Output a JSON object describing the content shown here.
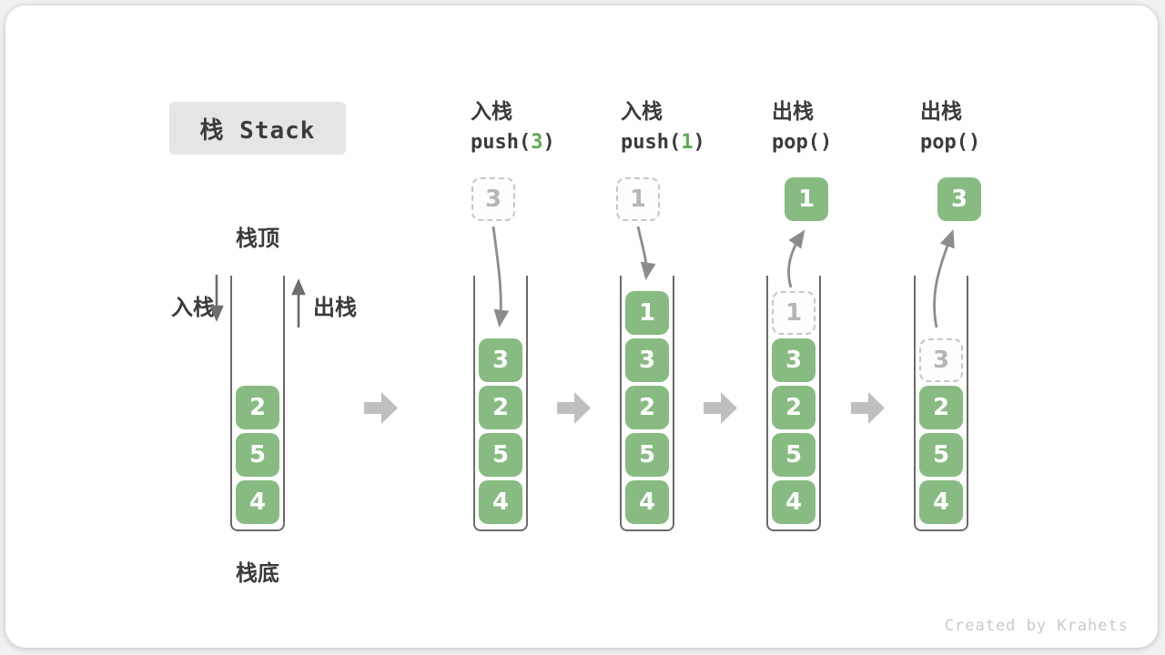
{
  "title": "栈 Stack",
  "labels": {
    "stack_top": "栈顶",
    "stack_bottom": "栈底",
    "push": "入栈",
    "pop": "出栈"
  },
  "operations": [
    {
      "name": "入栈",
      "code_pre": "push(",
      "code_arg": "3",
      "code_post": ")",
      "float": {
        "value": "3",
        "kind": "dashed"
      }
    },
    {
      "name": "入栈",
      "code_pre": "push(",
      "code_arg": "1",
      "code_post": ")",
      "float": {
        "value": "1",
        "kind": "dashed"
      }
    },
    {
      "name": "出栈",
      "code_pre": "pop()",
      "code_arg": "",
      "code_post": "",
      "float": {
        "value": "1",
        "kind": "solid"
      }
    },
    {
      "name": "出栈",
      "code_pre": "pop()",
      "code_arg": "",
      "code_post": "",
      "float": {
        "value": "3",
        "kind": "solid"
      }
    }
  ],
  "stacks": [
    {
      "slots": [
        null,
        null,
        {
          "v": "2",
          "kind": "solid"
        },
        {
          "v": "5",
          "kind": "solid"
        },
        {
          "v": "4",
          "kind": "solid"
        }
      ]
    },
    {
      "slots": [
        null,
        {
          "v": "3",
          "kind": "solid"
        },
        {
          "v": "2",
          "kind": "solid"
        },
        {
          "v": "5",
          "kind": "solid"
        },
        {
          "v": "4",
          "kind": "solid"
        }
      ]
    },
    {
      "slots": [
        {
          "v": "1",
          "kind": "solid"
        },
        {
          "v": "3",
          "kind": "solid"
        },
        {
          "v": "2",
          "kind": "solid"
        },
        {
          "v": "5",
          "kind": "solid"
        },
        {
          "v": "4",
          "kind": "solid"
        }
      ]
    },
    {
      "slots": [
        {
          "v": "1",
          "kind": "dashed"
        },
        {
          "v": "3",
          "kind": "solid"
        },
        {
          "v": "2",
          "kind": "solid"
        },
        {
          "v": "5",
          "kind": "solid"
        },
        {
          "v": "4",
          "kind": "solid"
        }
      ]
    },
    {
      "slots": [
        null,
        {
          "v": "3",
          "kind": "dashed"
        },
        {
          "v": "2",
          "kind": "solid"
        },
        {
          "v": "5",
          "kind": "solid"
        },
        {
          "v": "4",
          "kind": "solid"
        }
      ]
    }
  ],
  "credit": "Created by Krahets",
  "colors": {
    "block_green": "#87bb81",
    "code_arg_green": "#5fa954",
    "title_bg": "#e5e5e5",
    "text_dark": "#3b3b3b",
    "dashed_border": "#c6c6c6",
    "dashed_text": "#b6b6b6",
    "arrow_gray": "#8c8c8c",
    "legend_arrow_gray": "#6e6e6e",
    "step_arrow_gray": "#bfbfbf",
    "credit_gray": "#c9c9c9"
  }
}
